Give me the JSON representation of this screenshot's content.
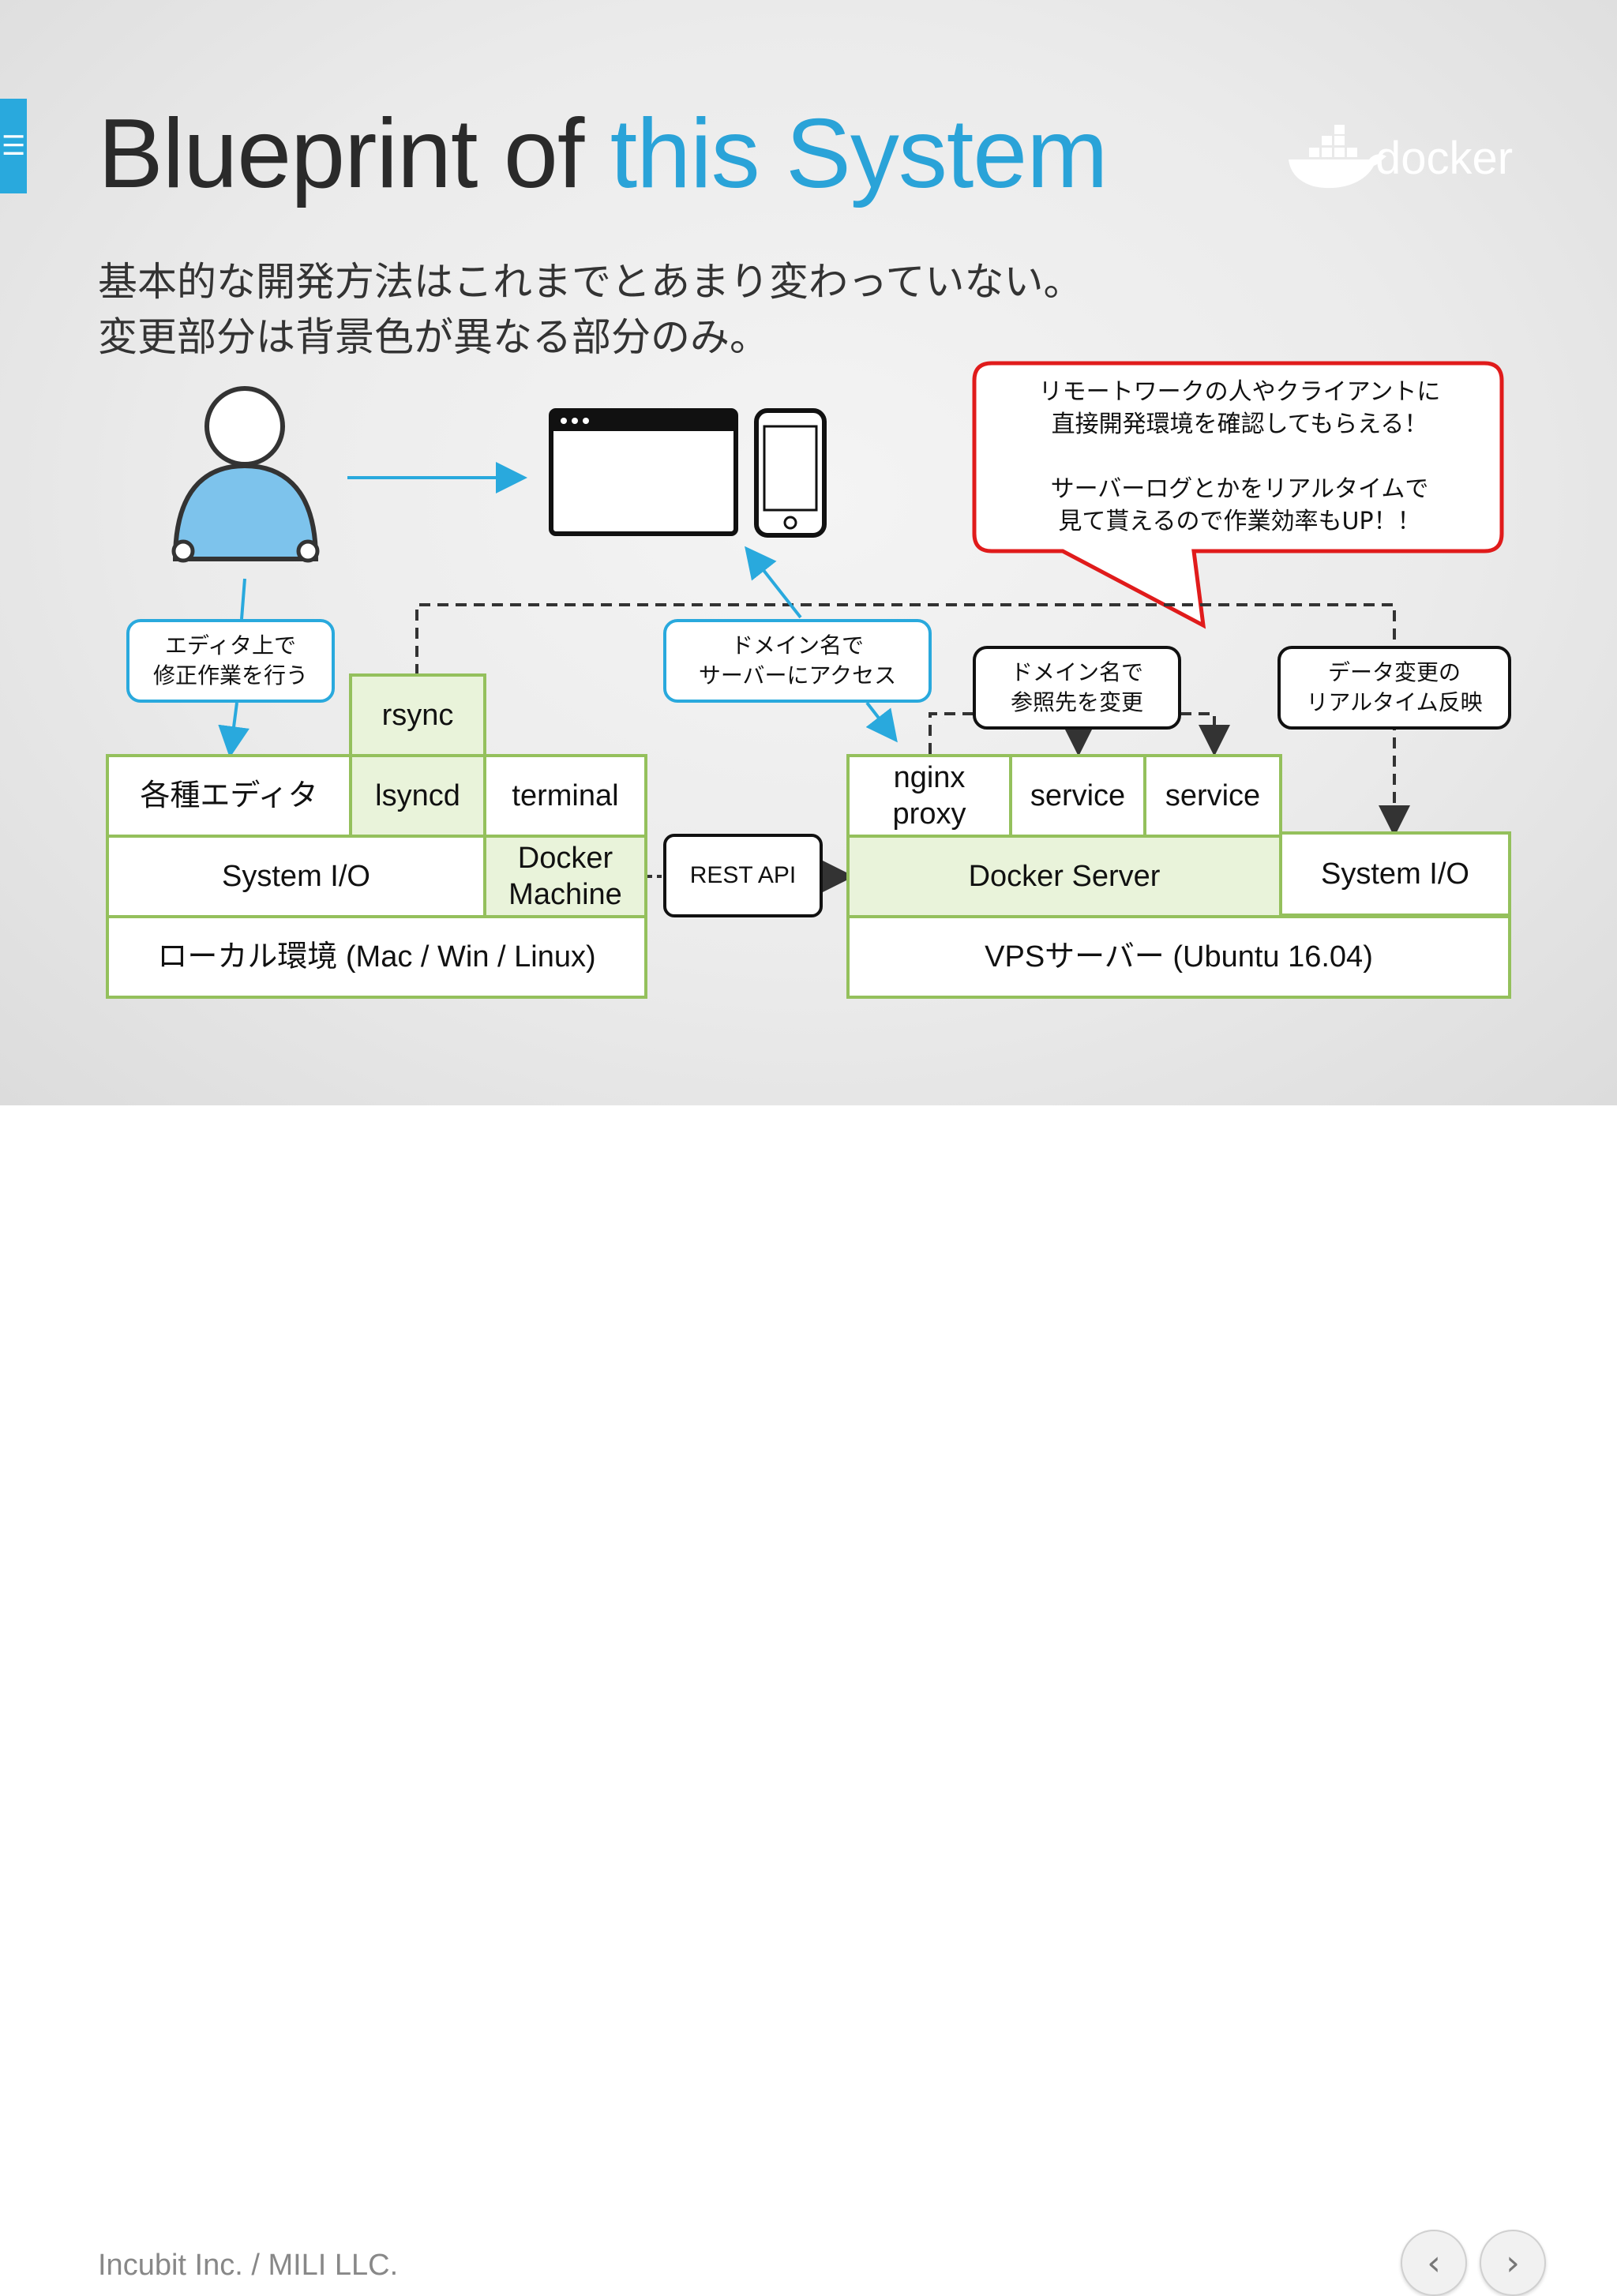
{
  "title": {
    "main": "Blueprint of ",
    "accent": "this System"
  },
  "logo": {
    "text": "docker"
  },
  "subtitle": {
    "line1": "基本的な開発方法はこれまでとあまり変わっていない。",
    "line2": "変更部分は背景色が異なる部分のみ。"
  },
  "callout": {
    "line1": "リモートワークの人やクライアントに",
    "line2": "直接開発環境を確認してもらえる！",
    "line3": "サーバーログとかをリアルタイムで",
    "line4": "見て貰えるので作業効率もUP！！"
  },
  "bubbles": {
    "editor": {
      "line1": "エディタ上で",
      "line2": "修正作業を行う"
    },
    "domain_access": {
      "line1": "ドメイン名で",
      "line2": "サーバーにアクセス"
    },
    "domain_ref": {
      "line1": "ドメイン名で",
      "line2": "参照先を変更"
    },
    "data_change": {
      "line1": "データ変更の",
      "line2": "リアルタイム反映"
    }
  },
  "local": {
    "rsync": "rsync",
    "editors": "各種エディタ",
    "lsyncd": "lsyncd",
    "terminal": "terminal",
    "system_io": "System I/O",
    "docker_machine_1": "Docker",
    "docker_machine_2": "Machine",
    "env": "ローカル環境 (Mac / Win / Linux)"
  },
  "rest_api": "REST API",
  "server": {
    "nginx_1": "nginx",
    "nginx_2": "proxy",
    "service_a": "service",
    "service_b": "service",
    "docker_server": "Docker Server",
    "system_io": "System I/O",
    "env": "VPSサーバー (Ubuntu 16.04)"
  },
  "footer": {
    "credit": "Incubit Inc. / MILI LLC."
  },
  "nav": {
    "prev": "‹",
    "next": "›"
  },
  "colors": {
    "accent": "#2aa3d8",
    "box_border": "#94c05c",
    "box_highlight": "#e9f3da",
    "callout_border": "#e01b1b",
    "arrow": "#29a9dd"
  }
}
